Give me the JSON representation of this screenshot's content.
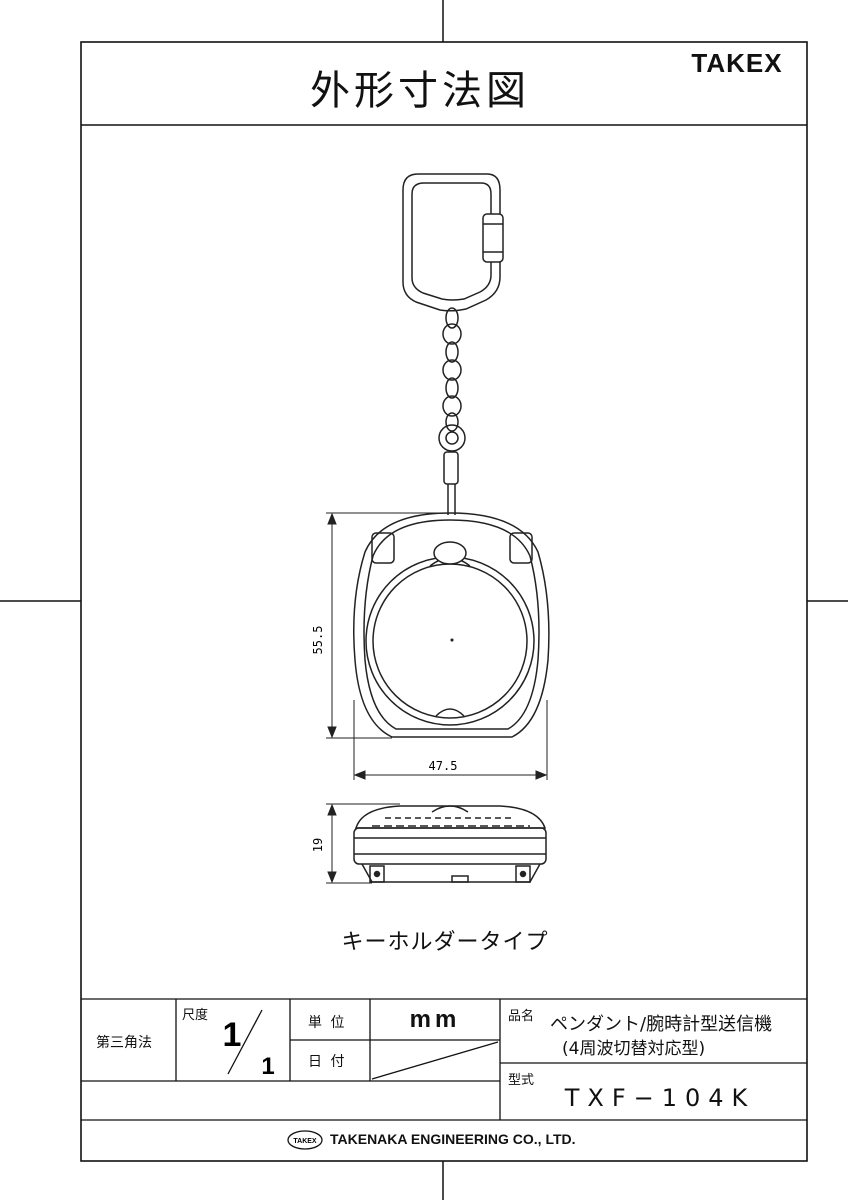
{
  "sheet": {
    "title": "外形寸法図",
    "brand": "TAKEX",
    "caption": "キーホルダータイプ"
  },
  "dimensions": {
    "height": "55.5",
    "width": "47.5",
    "depth": "19"
  },
  "title_block": {
    "projection": "第三角法",
    "scale_label": "尺度",
    "scale_numerator": "1",
    "scale_denominator": "1",
    "unit_label": "単 位",
    "unit_value": "mm",
    "date_label": "日 付",
    "product_name_label": "品名",
    "product_name_line1": "ペンダント/腕時計型送信機",
    "product_name_line2": "(4周波切替対応型)",
    "model_label": "型式",
    "model_value": "TXF−104K",
    "company_logo_text": "TAKEX",
    "company_name": "TAKENAKA ENGINEERING CO., LTD."
  }
}
